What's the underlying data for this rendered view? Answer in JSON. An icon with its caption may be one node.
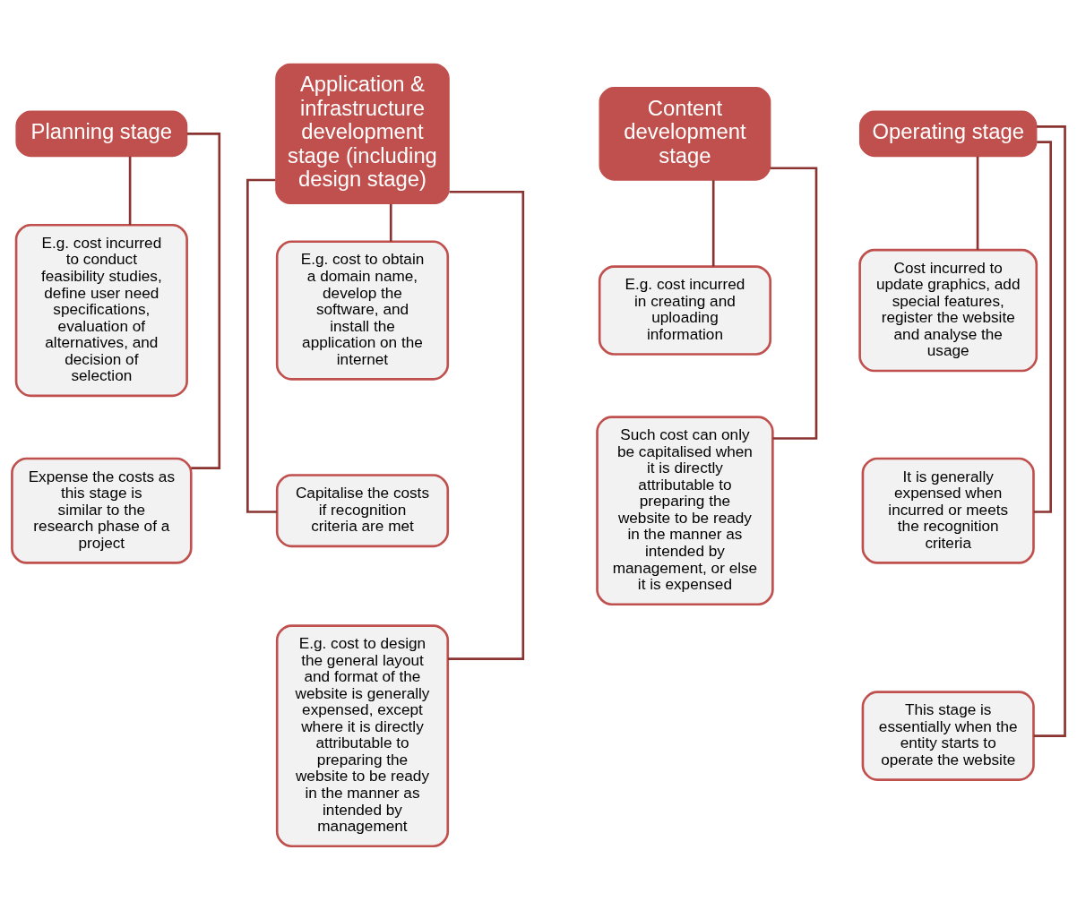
{
  "diagram": {
    "nodes": [
      {
        "text": [
          "Planning stage"
        ]
      },
      {
        "text": [
          "E.g. cost incurred to conduct feasibility studies, define user need specifications, evaluation of alternatives, and decision of selection"
        ]
      },
      {
        "text": [
          "Expense the costs as this stage is similar to the research phase of a project"
        ]
      },
      {
        "text": [
          "Application & infrastructure development stage (including design stage)"
        ]
      },
      {
        "text": [
          "E.g. cost to obtain a domain name, develop the software, and install the application on the internet"
        ]
      },
      {
        "text": [
          "Capitalise the costs if recognition criteria are met"
        ]
      },
      {
        "text": [
          "E.g. cost to design the general layout and format of the website is generally expensed, except where it is directly attributable to preparing the website to be ready in the manner as intended by management"
        ]
      },
      {
        "text": [
          "Content development stage"
        ]
      },
      {
        "text": [
          "E.g. cost incurred in creating and uploading information"
        ]
      },
      {
        "text": [
          "Such cost can only be capitalised when it is directly attributable to preparing the website to be ready in the manner as intended by management, or else it is expensed"
        ]
      },
      {
        "text": [
          "Operating stage"
        ]
      },
      {
        "text": [
          "Cost incurred to update graphics, add special features, register the website and analyse the usage"
        ]
      },
      {
        "text": [
          "It is generally expensed when incurred or meets the recognition criteria"
        ]
      },
      {
        "text": [
          "This stage is essentially when the entity starts to operate the website"
        ]
      }
    ],
    "edges": [
      {
        "from": 0,
        "to": 1,
        "arrow": "none"
      },
      {
        "from": 0,
        "to": 2,
        "arrow": "none"
      },
      {
        "from": 3,
        "to": 4,
        "arrow": "none"
      },
      {
        "from": 3,
        "to": 5,
        "arrow": "none"
      },
      {
        "from": 3,
        "to": 6,
        "arrow": "none"
      },
      {
        "from": 7,
        "to": 8,
        "arrow": "none"
      },
      {
        "from": 7,
        "to": 9,
        "arrow": "none"
      },
      {
        "from": 10,
        "to": 11,
        "arrow": "none"
      },
      {
        "from": 10,
        "to": 12,
        "arrow": "none"
      },
      {
        "from": 10,
        "to": 13,
        "arrow": "none"
      }
    ]
  }
}
